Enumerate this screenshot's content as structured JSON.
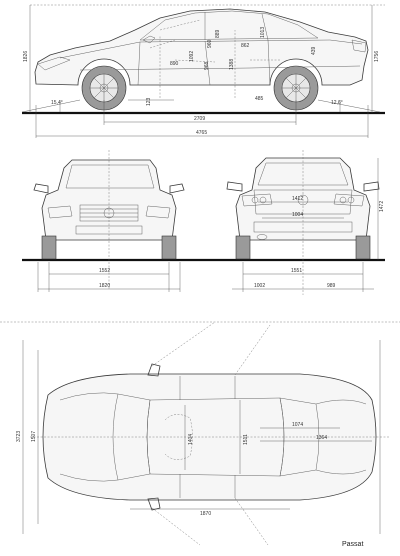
{
  "caption": "Passat",
  "side_view": {
    "dims": {
      "wheelbase": "2709",
      "length": "4765",
      "height_left": "1826",
      "height_right": "1756",
      "angle_front": "15,4°",
      "angle_rear": "12,6°",
      "clearance": "123",
      "d890": "890",
      "d1092": "1092",
      "d1388": "1388",
      "d960": "960",
      "d862": "862",
      "d439": "439",
      "d1013": "1013",
      "d889": "889",
      "d968": "968",
      "d485": "485"
    }
  },
  "front_view": {
    "dims": {
      "track_front": "1552",
      "width": "1820"
    }
  },
  "rear_view": {
    "dims": {
      "d1412": "1412",
      "d1004": "1004",
      "d1472": "1472",
      "track_rear": "1551",
      "d1002": "1002",
      "d989": "989"
    }
  },
  "top_view": {
    "dims": {
      "length": "3723",
      "width_left": "1507",
      "d1404": "1404",
      "d1511": "1511",
      "d1074": "1074",
      "d1364": "1364",
      "width_bottom": "1870"
    }
  }
}
